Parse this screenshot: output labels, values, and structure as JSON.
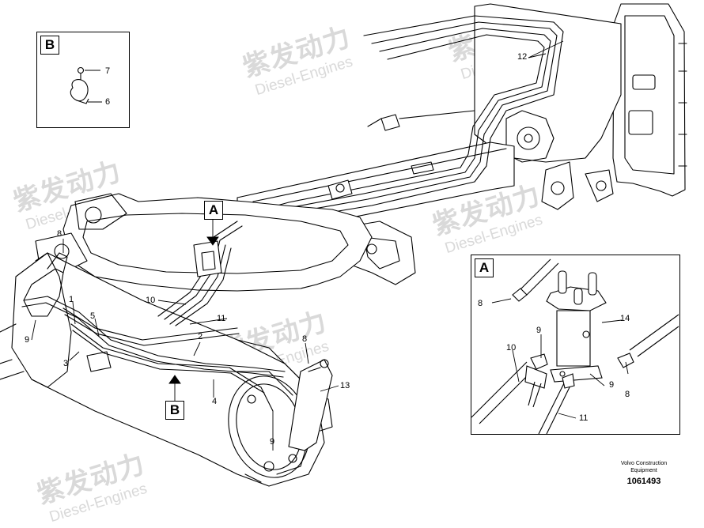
{
  "watermark": {
    "brand_cn": "紫发动力",
    "brand_en": "Diesel-Engines"
  },
  "footer": {
    "company_line1": "Volvo Construction",
    "company_line2": "Equipment",
    "drawing_number": "1061493"
  },
  "detail_b": {
    "letter": "B",
    "callouts": [
      "7",
      "6"
    ]
  },
  "detail_a": {
    "letter": "A",
    "callouts": [
      "8",
      "14",
      "9",
      "10",
      "9",
      "8",
      "11"
    ]
  },
  "main_view": {
    "view_markers": [
      "A",
      "B"
    ],
    "callouts": [
      "12",
      "8",
      "1",
      "10",
      "11",
      "5",
      "9",
      "2",
      "3",
      "8",
      "4",
      "13",
      "9"
    ]
  }
}
